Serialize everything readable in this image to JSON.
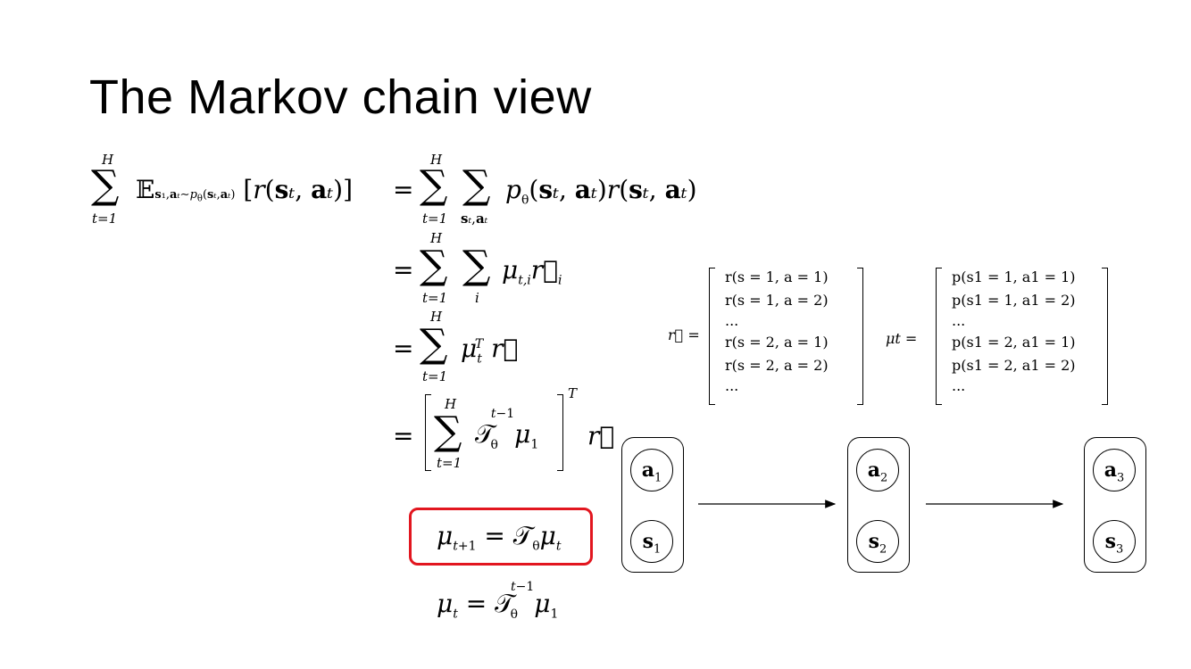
{
  "slide": {
    "title": "The Markov chain view"
  },
  "equations": {
    "line1_lhs": "Σ_{t=1}^{H} E_{s_t,a_t ~ p_θ(s_t,a_t)} [r(s_t, a_t)]",
    "line1_rhs": "= Σ_{t=1}^{H} Σ_{s_t,a_t} p_θ(s_t, a_t) r(s_t, a_t)",
    "line2": "= Σ_{t=1}^{H} Σ_i μ_{t,i} r⃗_i",
    "line3": "= Σ_{t=1}^{H} μ_t^T r⃗",
    "line4": "= [ Σ_{t=1}^{H} T_θ^{t−1} μ_1 ]^T r⃗",
    "highlighted": "μ_{t+1} = T_θ μ_t",
    "closed_form": "μ_t = T_θ^{t−1} μ_1"
  },
  "vector_r": {
    "label": "r⃗ =",
    "entries": [
      "r(s = 1, a = 1)",
      "r(s = 1, a = 2)",
      "...",
      "r(s = 2, a = 1)",
      "r(s = 2, a = 2)",
      "..."
    ]
  },
  "vector_mu": {
    "label": "μt =",
    "entries": [
      "p(s1 = 1, a1 = 1)",
      "p(s1 = 1, a1 = 2)",
      "...",
      "p(s1 = 2, a1 = 1)",
      "p(s1 = 2, a1 = 2)",
      "..."
    ]
  },
  "chain": [
    {
      "action": "a",
      "state": "s",
      "index": "1"
    },
    {
      "action": "a",
      "state": "s",
      "index": "2"
    },
    {
      "action": "a",
      "state": "s",
      "index": "3"
    }
  ],
  "colors": {
    "highlight_border": "#e2161f"
  }
}
